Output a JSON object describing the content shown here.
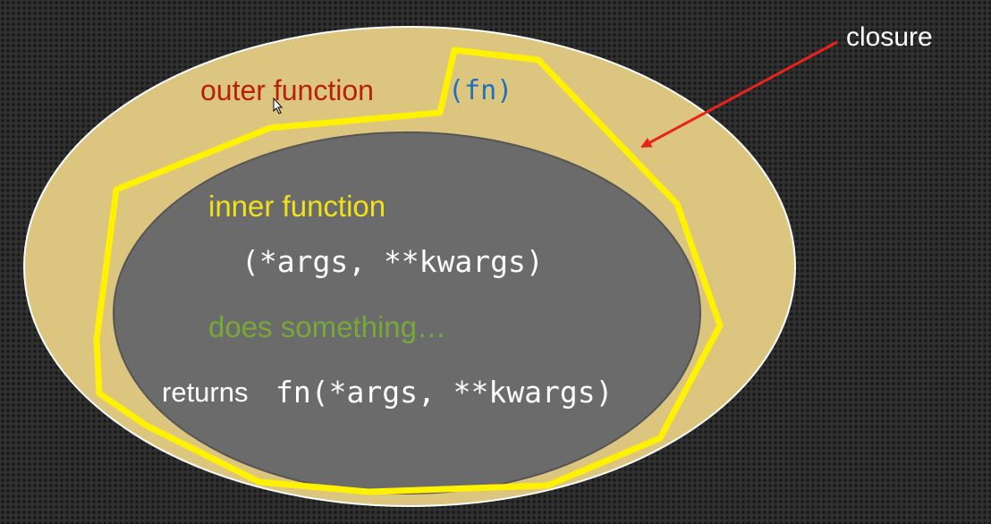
{
  "labels": {
    "closure": "closure",
    "outer_function": "outer function",
    "outer_params": "(fn)",
    "inner_function": "inner function",
    "inner_params": "(*args, **kwargs)",
    "does_something": "does something…",
    "returns_prefix": "returns",
    "returns_call": "fn(*args, **kwargs)"
  },
  "colors": {
    "outer_fill": "#dcc57f",
    "inner_fill": "#6b6b6b",
    "closure_outline": "#fff200",
    "arrow": "#e8231a",
    "outer_text": "#b8200c",
    "params_text": "#1e6fbf",
    "inner_title_text": "#f2e11a",
    "does_text": "#76a83a",
    "white_text": "#ffffff"
  }
}
